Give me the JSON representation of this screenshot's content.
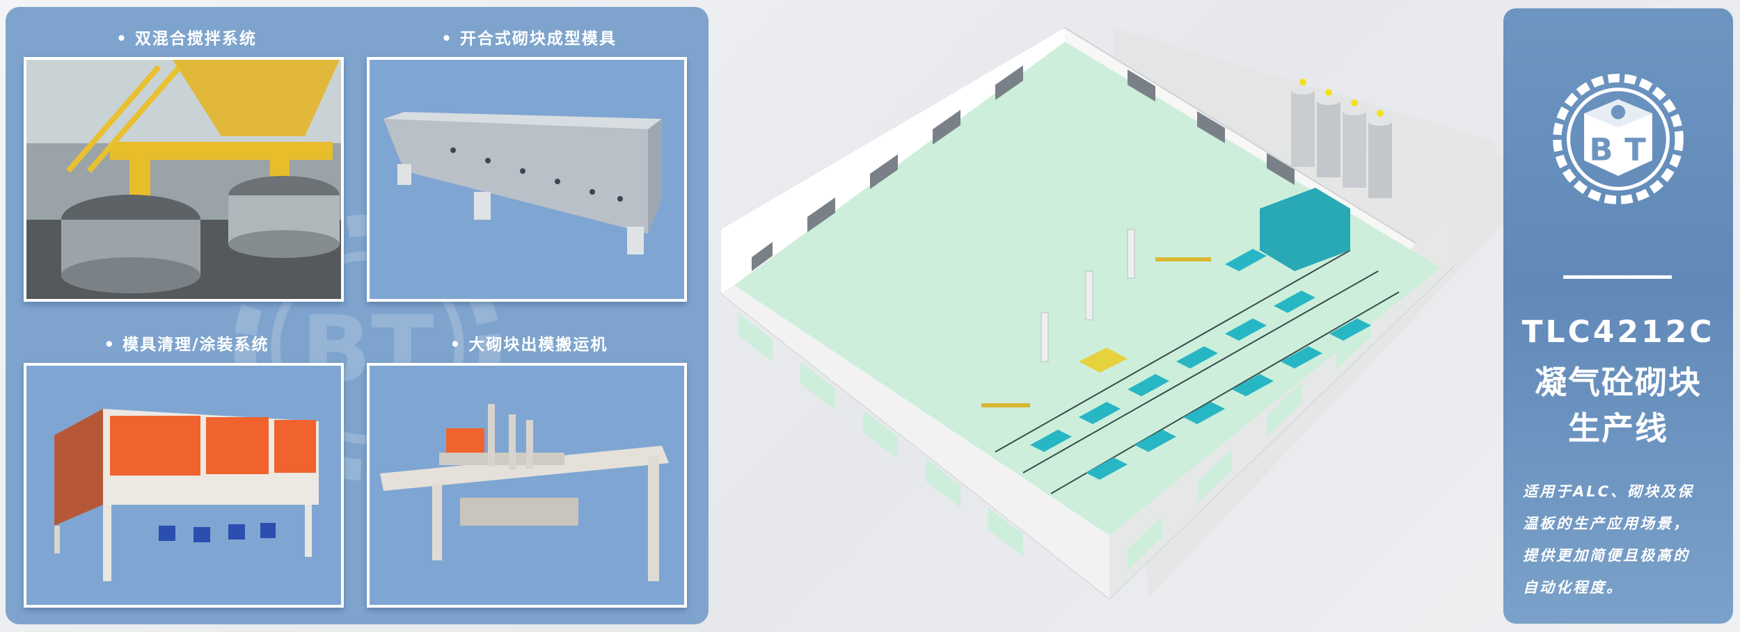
{
  "left_panel": {
    "items": [
      {
        "caption": "• 双混合搅拌系统"
      },
      {
        "caption": "• 开合式砌块成型模具"
      },
      {
        "caption": "• 模具清理/涂装系统"
      },
      {
        "caption": "• 大砌块出模搬运机"
      }
    ]
  },
  "right_panel": {
    "logo_text": "BT",
    "title_model": "TLC4212C",
    "title_line2": "凝气砼砌块",
    "title_line3": "生产线",
    "description_lines": [
      "适用于ALC、砌块及保",
      "温板的生产应用场景，",
      "提供更加简便且极高的",
      "自动化程度。"
    ]
  },
  "colors": {
    "panel_blue": "#7ea4cd",
    "right_panel_blue": "#6189b8",
    "floor_green": "#cdeedb",
    "equipment_cyan": "#27b6c4",
    "orange": "#f0622e"
  }
}
